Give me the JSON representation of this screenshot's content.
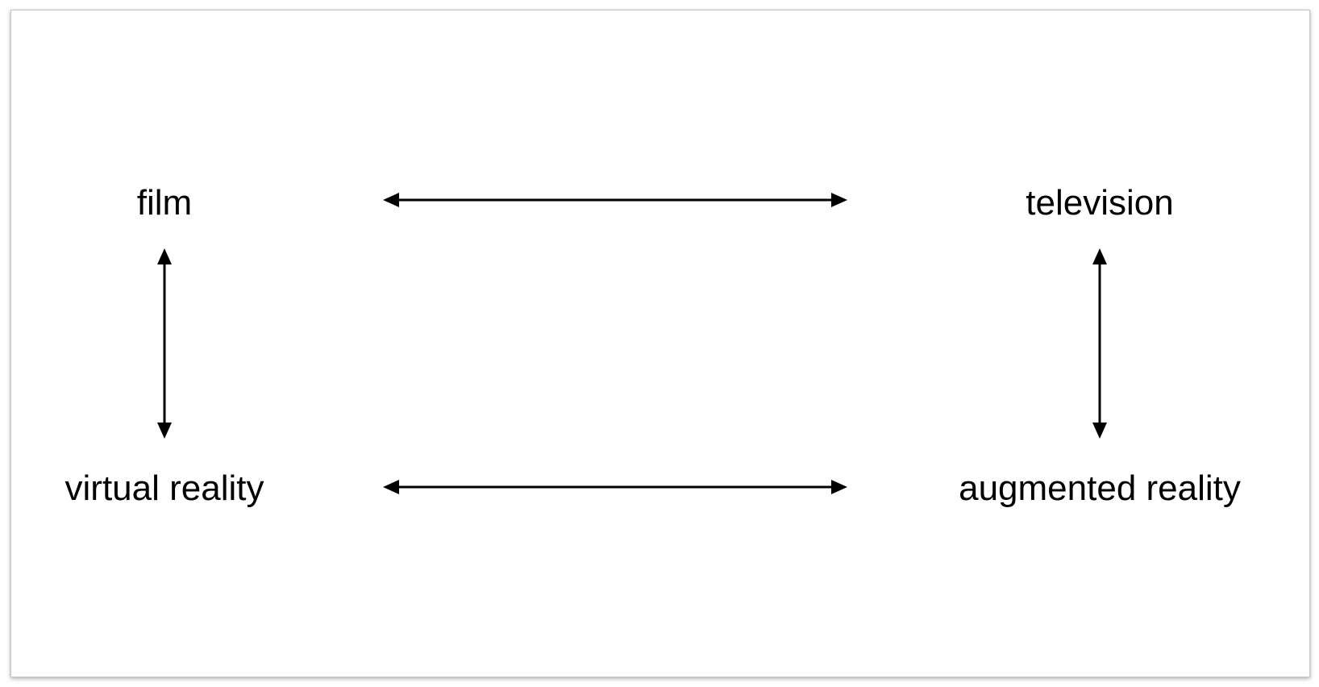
{
  "diagram": {
    "nodes": [
      {
        "id": "film",
        "label": "film"
      },
      {
        "id": "television",
        "label": "television"
      },
      {
        "id": "virtual-reality",
        "label": "virtual reality"
      },
      {
        "id": "augmented-reality",
        "label": "augmented reality"
      }
    ],
    "edges": [
      {
        "from": "film",
        "to": "television",
        "direction": "bidirectional"
      },
      {
        "from": "film",
        "to": "virtual-reality",
        "direction": "bidirectional"
      },
      {
        "from": "television",
        "to": "augmented-reality",
        "direction": "bidirectional"
      },
      {
        "from": "virtual-reality",
        "to": "augmented-reality",
        "direction": "bidirectional"
      }
    ],
    "colors": {
      "background": "#ffffff",
      "text": "#000000",
      "arrow": "#000000"
    }
  }
}
